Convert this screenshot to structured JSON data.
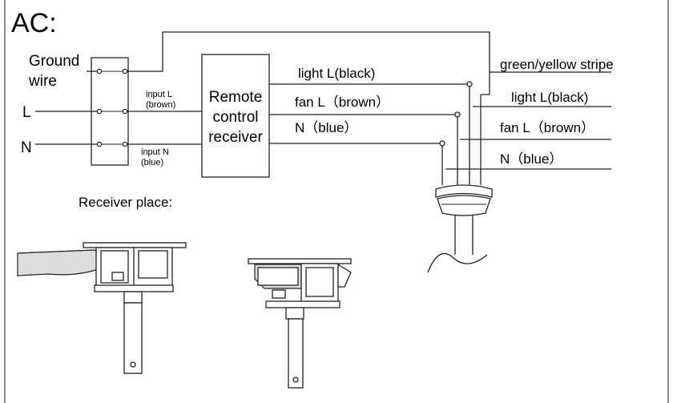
{
  "title": "AC:",
  "left_labels": {
    "ground": [
      "Ground",
      "wire"
    ],
    "l": "L",
    "n": "N"
  },
  "input_l": [
    "input  L",
    "(brown)"
  ],
  "input_n": [
    "input  N",
    "(blue)"
  ],
  "receiver": [
    "Remote",
    "control",
    "receiver"
  ],
  "outputs": {
    "light": "light L(black)",
    "fan": "fan L（brown）",
    "n": "N（blue）"
  },
  "right_labels": {
    "ground": "green/yellow stripe",
    "light": "light L(black)",
    "fan": "fan L（brown）",
    "n": "N（blue）"
  },
  "receiver_place": "Receiver place:"
}
